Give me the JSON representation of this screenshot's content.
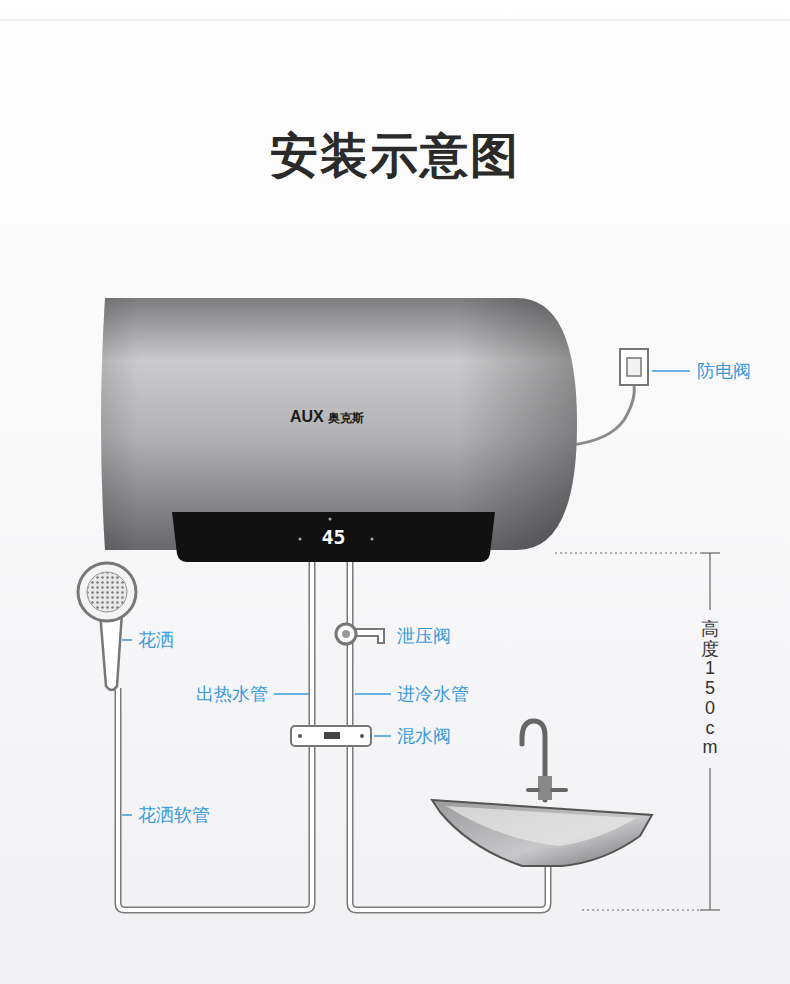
{
  "diagram": {
    "title": "安装示意图",
    "nodes": [
      {
        "text": [
          "AUX",
          "奥克斯"
        ]
      },
      {
        "text": [
          "45"
        ],
        "in": 0
      }
    ],
    "labels": [
      "防电阀",
      "花洒",
      "泄压阀",
      "出热水管",
      "进冷水管",
      "混水阀",
      "花洒软管",
      "高度150cm"
    ]
  }
}
